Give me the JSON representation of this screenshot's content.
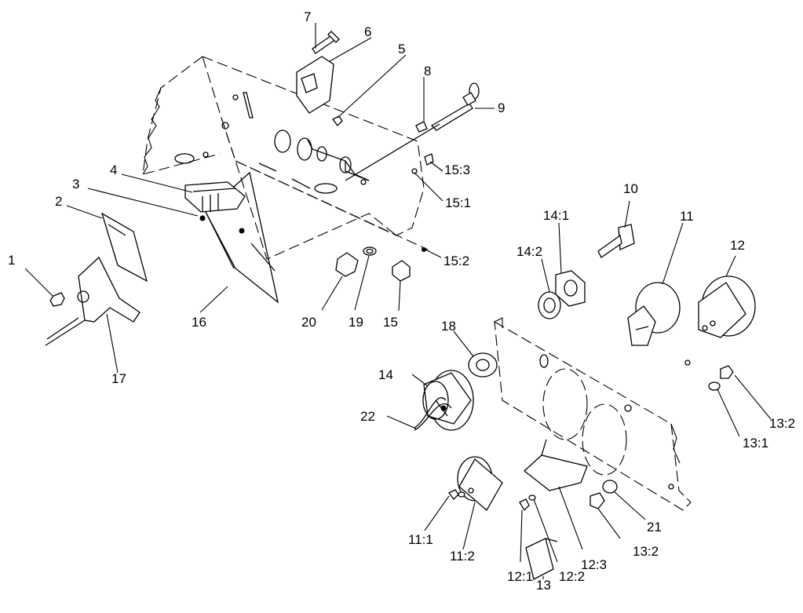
{
  "diagram": {
    "callouts": [
      {
        "id": "c1",
        "label": "1"
      },
      {
        "id": "c2",
        "label": "2"
      },
      {
        "id": "c3",
        "label": "3"
      },
      {
        "id": "c4",
        "label": "4"
      },
      {
        "id": "c5",
        "label": "5"
      },
      {
        "id": "c6",
        "label": "6"
      },
      {
        "id": "c7",
        "label": "7"
      },
      {
        "id": "c8",
        "label": "8"
      },
      {
        "id": "c9",
        "label": "9"
      },
      {
        "id": "c10",
        "label": "10"
      },
      {
        "id": "c11",
        "label": "11"
      },
      {
        "id": "c11_1",
        "label": "11:1"
      },
      {
        "id": "c11_2",
        "label": "11:2"
      },
      {
        "id": "c12",
        "label": "12"
      },
      {
        "id": "c12_1",
        "label": "12:1"
      },
      {
        "id": "c12_2",
        "label": "12:2"
      },
      {
        "id": "c12_3",
        "label": "12:3"
      },
      {
        "id": "c13",
        "label": "13"
      },
      {
        "id": "c13_1",
        "label": "13:1"
      },
      {
        "id": "c13_2a",
        "label": "13:2"
      },
      {
        "id": "c13_2b",
        "label": "13:2"
      },
      {
        "id": "c14",
        "label": "14"
      },
      {
        "id": "c14_1",
        "label": "14:1"
      },
      {
        "id": "c14_2",
        "label": "14:2"
      },
      {
        "id": "c15",
        "label": "15"
      },
      {
        "id": "c15_1",
        "label": "15:1"
      },
      {
        "id": "c15_2",
        "label": "15:2"
      },
      {
        "id": "c15_3",
        "label": "15:3"
      },
      {
        "id": "c16",
        "label": "16"
      },
      {
        "id": "c17",
        "label": "17"
      },
      {
        "id": "c18",
        "label": "18"
      },
      {
        "id": "c19",
        "label": "19"
      },
      {
        "id": "c20",
        "label": "20"
      },
      {
        "id": "c21",
        "label": "21"
      },
      {
        "id": "c22",
        "label": "22"
      }
    ]
  }
}
